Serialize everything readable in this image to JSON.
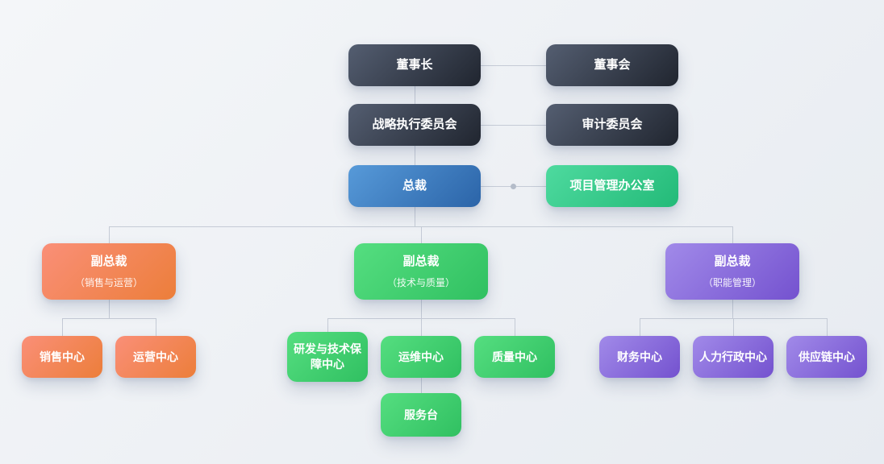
{
  "org": {
    "nodes": {
      "chairman": {
        "label": "董事长"
      },
      "board": {
        "label": "董事会"
      },
      "strategy_committee": {
        "label": "战略执行委员会"
      },
      "audit_committee": {
        "label": "审计委员会"
      },
      "president": {
        "label": "总裁"
      },
      "pmo": {
        "label": "项目管理办公室"
      },
      "vp_sales": {
        "label": "副总裁",
        "subtitle": "（销售与运营）"
      },
      "vp_tech": {
        "label": "副总裁",
        "subtitle": "（技术与质量）"
      },
      "vp_functional": {
        "label": "副总裁",
        "subtitle": "（职能管理）"
      },
      "sales_center": {
        "label": "销售中心"
      },
      "operations_center": {
        "label": "运营中心"
      },
      "rd_center": {
        "label": "研发与技术保障中心"
      },
      "ops_center": {
        "label": "运维中心"
      },
      "quality_center": {
        "label": "质量中心"
      },
      "finance_center": {
        "label": "财务中心"
      },
      "hr_admin_center": {
        "label": "人力行政中心"
      },
      "supply_chain_center": {
        "label": "供应链中心"
      },
      "service_desk": {
        "label": "服务台"
      }
    },
    "edges": [
      {
        "from": "chairman",
        "to": "board",
        "style": "lateral"
      },
      {
        "from": "chairman",
        "to": "strategy_committee",
        "style": "solid"
      },
      {
        "from": "strategy_committee",
        "to": "audit_committee",
        "style": "lateral"
      },
      {
        "from": "strategy_committee",
        "to": "president",
        "style": "solid"
      },
      {
        "from": "president",
        "to": "pmo",
        "style": "lateral-dot"
      },
      {
        "from": "president",
        "to": "vp_sales",
        "style": "solid"
      },
      {
        "from": "president",
        "to": "vp_tech",
        "style": "solid"
      },
      {
        "from": "president",
        "to": "vp_functional",
        "style": "solid"
      },
      {
        "from": "vp_sales",
        "to": "sales_center",
        "style": "solid"
      },
      {
        "from": "vp_sales",
        "to": "operations_center",
        "style": "solid"
      },
      {
        "from": "vp_tech",
        "to": "rd_center",
        "style": "solid"
      },
      {
        "from": "vp_tech",
        "to": "ops_center",
        "style": "solid"
      },
      {
        "from": "vp_tech",
        "to": "quality_center",
        "style": "solid"
      },
      {
        "from": "ops_center",
        "to": "service_desk",
        "style": "solid"
      },
      {
        "from": "vp_functional",
        "to": "finance_center",
        "style": "solid"
      },
      {
        "from": "vp_functional",
        "to": "hr_admin_center",
        "style": "solid"
      },
      {
        "from": "vp_functional",
        "to": "supply_chain_center",
        "style": "solid"
      }
    ],
    "colors": {
      "dark_from": "#545e71",
      "dark_to": "#20252f",
      "blue_from": "#579ad9",
      "blue_to": "#2b64a8",
      "teal_from": "#4eda9f",
      "teal_to": "#23ba78",
      "orange_from": "#fa8f78",
      "orange_to": "#ec7e3a",
      "green_from": "#55de80",
      "green_to": "#30c061",
      "purple_from": "#a18ae9",
      "purple_to": "#7452cf",
      "connector": "#c5cbd6",
      "background": "#edf0f4"
    }
  }
}
